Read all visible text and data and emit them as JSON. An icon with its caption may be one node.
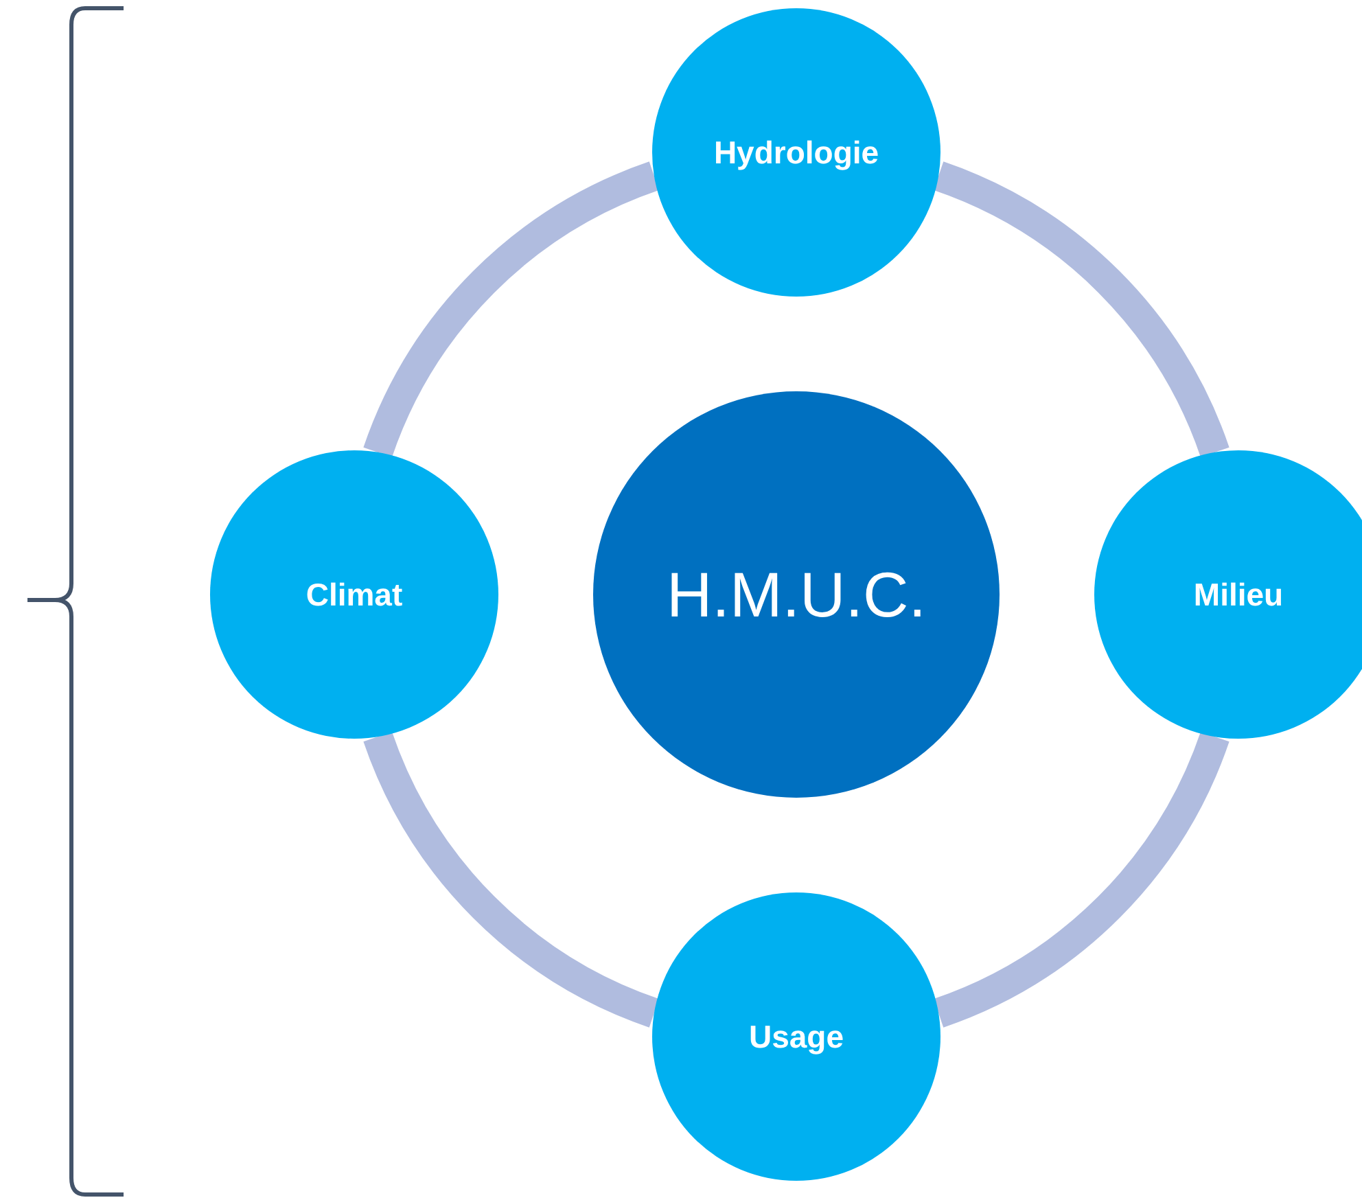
{
  "diagram": {
    "nodes": [
      {
        "text": [
          "Hydrologie"
        ]
      },
      {
        "text": [
          "Climat"
        ]
      },
      {
        "text": [
          "H.M.U.C."
        ]
      },
      {
        "text": [
          "Milieu"
        ]
      },
      {
        "text": [
          "Usage"
        ]
      }
    ],
    "edges": [
      {
        "from": 0,
        "to": 3,
        "arrow": "none"
      },
      {
        "from": 3,
        "to": 4,
        "arrow": "none"
      },
      {
        "from": 4,
        "to": 1,
        "arrow": "none"
      },
      {
        "from": 1,
        "to": 0,
        "arrow": "none"
      }
    ]
  }
}
